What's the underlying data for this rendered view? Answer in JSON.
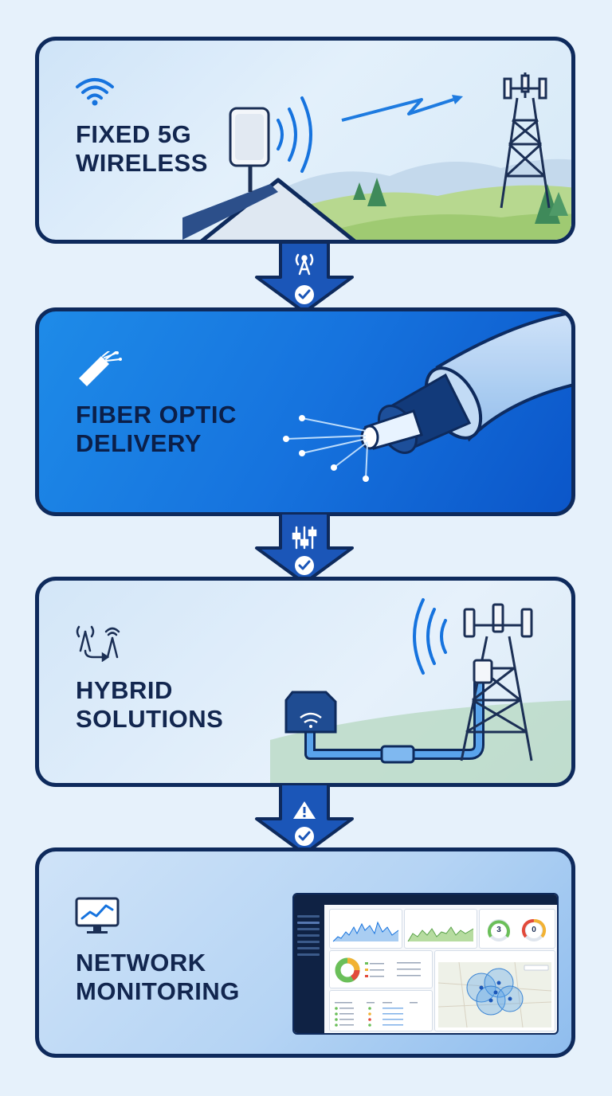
{
  "panels": [
    {
      "id": "fixed-5g",
      "title": "FIXED 5G\nWIRELESS"
    },
    {
      "id": "fiber",
      "title": "FIBER OPTIC\nDELIVERY"
    },
    {
      "id": "hybrid",
      "title": "HYBRID\nSOLUTIONS"
    },
    {
      "id": "monitoring",
      "title": "NETWORK\nMONITORING"
    }
  ],
  "connectors": [
    {
      "top_icon": "antenna-icon",
      "bottom_icon": "check-icon"
    },
    {
      "top_icon": "sliders-icon",
      "bottom_icon": "check-icon"
    },
    {
      "top_icon": "warning-icon",
      "bottom_icon": "check-icon"
    }
  ],
  "icons": {
    "panel1": "wifi-icon",
    "panel2": "fiber-cable-icon",
    "panel3": "antenna-link-icon",
    "panel4": "monitor-chart-icon"
  },
  "dashboard": {
    "gauge_values": [
      "3",
      "0"
    ]
  },
  "colors": {
    "navy": "#0e2a5c",
    "accent_blue": "#1673de",
    "green": "#8cc06a"
  }
}
